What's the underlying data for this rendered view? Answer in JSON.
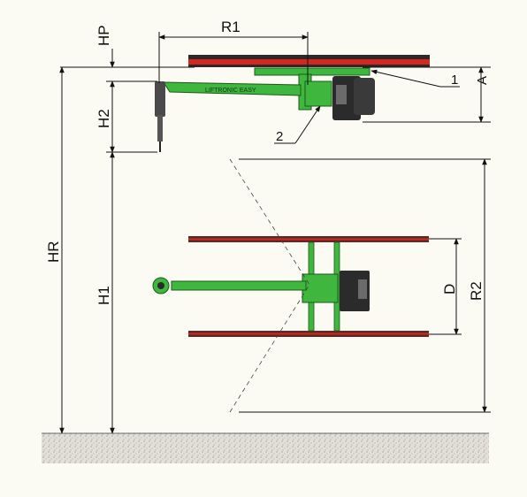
{
  "title": "",
  "labels": {
    "hp": "HP",
    "r1": "R1",
    "a": "A",
    "h2": "H2",
    "hr": "HR",
    "h1": "H1",
    "d": "D",
    "r2": "R2",
    "callout_1": "1",
    "callout_2": "2",
    "arm_text": "LIFTRONIC EASY"
  },
  "icons": {
    "top_view": "balancer-top-view-icon",
    "side_view": "balancer-side-view-icon",
    "floor": "floor-hatch-icon"
  },
  "colors": {
    "background": "#fbfaf3",
    "arm_green": "#3fb63d",
    "rail_red": "#d9261c",
    "rail_dark": "#5a2a26",
    "motor_dark": "#2b2b2b",
    "dimension_line": "#111111",
    "floor": "#d8d6cf"
  }
}
